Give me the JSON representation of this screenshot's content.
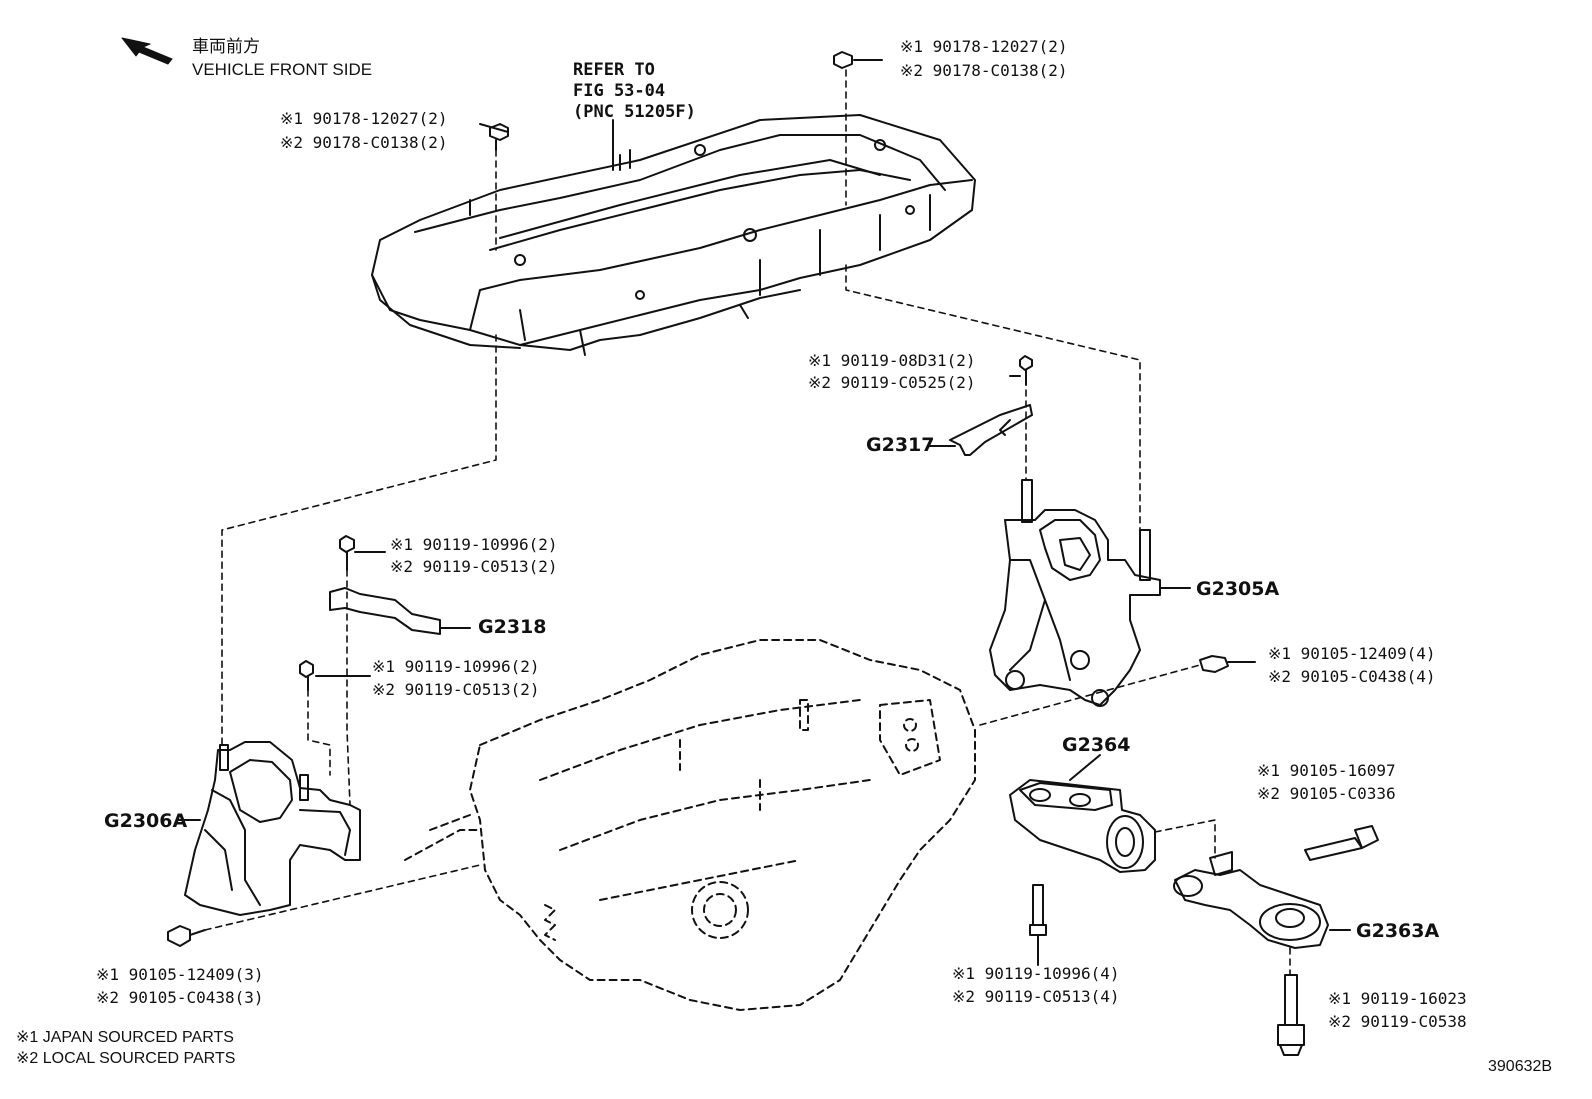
{
  "header": {
    "direction_jp": "車両前方",
    "direction_en": "VEHICLE FRONT SIDE"
  },
  "refer": {
    "line1": "REFER TO",
    "line2": "FIG 53-04",
    "line3": "(PNC 51205F)"
  },
  "callouts": {
    "top_right_1": "※1 90178-12027(2)",
    "top_right_2": "※2 90178-C0138(2)",
    "top_left_1": "※1 90178-12027(2)",
    "top_left_2": "※2 90178-C0138(2)",
    "g2317_bolt_1": "※1 90119-08D31(2)",
    "g2317_bolt_2": "※2 90119-C0525(2)",
    "g2318_bolt_1": "※1 90119-10996(2)",
    "g2318_bolt_2": "※2 90119-C0513(2)",
    "g2306_bolt_1": "※1 90119-10996(2)",
    "g2306_bolt_2": "※2 90119-C0513(2)",
    "g2305_bolt_1": "※1 90105-12409(4)",
    "g2305_bolt_2": "※2 90105-C0438(4)",
    "g2363_bolt_1": "※1 90105-16097",
    "g2363_bolt_2": "※2 90105-C0336",
    "g2364_bolt_1": "※1 90119-10996(4)",
    "g2364_bolt_2": "※2 90119-C0513(4)",
    "g2363_lower_1": "※1 90119-16023",
    "g2363_lower_2": "※2 90119-C0538",
    "g2306_lower_1": "※1 90105-12409(3)",
    "g2306_lower_2": "※2 90105-C0438(3)"
  },
  "part_numbers": {
    "g2317": "G2317",
    "g2318": "G2318",
    "g2305a": "G2305A",
    "g2306a": "G2306A",
    "g2364": "G2364",
    "g2363a": "G2363A"
  },
  "legend": {
    "line1": "※1 JAPAN SOURCED PARTS",
    "line2": "※2 LOCAL SOURCED PARTS"
  },
  "diagram_id": "390632B"
}
